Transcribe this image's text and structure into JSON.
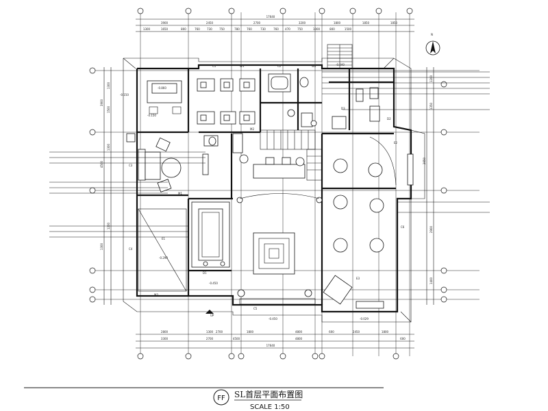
{
  "dimensions": {
    "top_overall": "17640",
    "top_row1": [
      "3900",
      "2450",
      "2700",
      "3200",
      "1800",
      "1850",
      "1850"
    ],
    "top_row2": [
      "1300",
      "1650",
      "800",
      "760",
      "730",
      "750",
      "780",
      "760",
      "730",
      "760",
      "470",
      "750",
      "1000",
      "800",
      "1500"
    ],
    "bottom_row1": [
      "2800",
      "1300",
      "2700",
      "1800",
      "4800",
      "600",
      "2450",
      "1800"
    ],
    "bottom_row2": [
      "3300",
      "2700",
      "4500",
      "4800",
      "600"
    ],
    "bottom_overall": "17640",
    "left_side": [
      "1300",
      "1500",
      "3900",
      "1300",
      "4500",
      "1200",
      "1300"
    ],
    "right_side": [
      "1200",
      "1350",
      "2650",
      "2900",
      "1400"
    ]
  },
  "level_marks": [
    "-0.860",
    "-0.150",
    "-0.290",
    "-0.029",
    "-0.450",
    "-0.040",
    "-0.150",
    "-0.450"
  ],
  "room_tags": [
    "M1",
    "M2",
    "M3",
    "C1",
    "C2",
    "C3",
    "C4",
    "C5",
    "C6",
    "E1",
    "E2",
    "E3",
    "D1",
    "D2",
    "D3",
    "W1",
    "W2",
    "UP"
  ],
  "north_label": "N",
  "title": {
    "badge": "FF",
    "text": "SL首层平面布置图",
    "scale": "SCALE 1:50"
  }
}
